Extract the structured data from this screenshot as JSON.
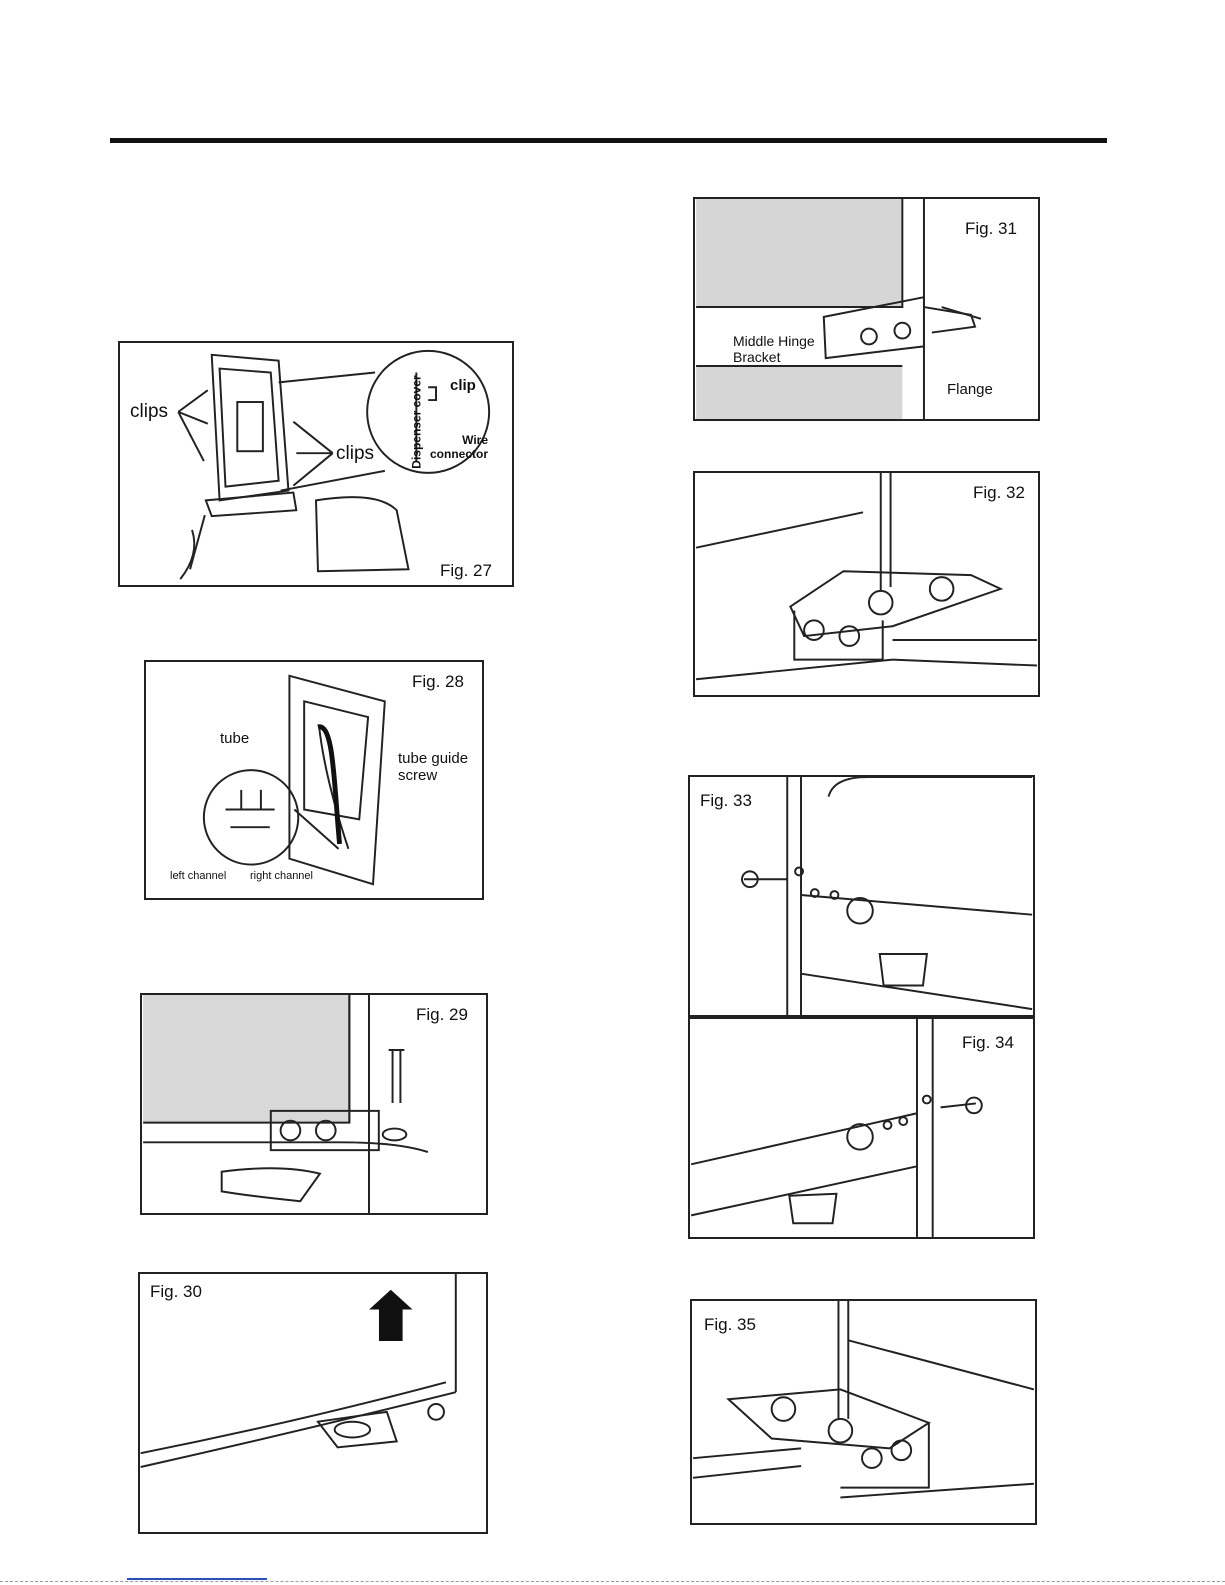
{
  "figures": {
    "fig27": {
      "label": "Fig. 27",
      "clips_left": "clips",
      "clips_right": "clips",
      "clip": "clip",
      "dispenser_cover": "Dispenser cover",
      "wire_connector": "Wire connector"
    },
    "fig28": {
      "label": "Fig. 28",
      "tube": "tube",
      "tube_guide_screw": "tube guide screw",
      "left_channel": "left channel",
      "right_channel": "right channel"
    },
    "fig29": {
      "label": "Fig. 29"
    },
    "fig30": {
      "label": "Fig. 30"
    },
    "fig31": {
      "label": "Fig. 31",
      "middle_hinge_bracket": "Middle Hinge Bracket",
      "flange": "Flange"
    },
    "fig32": {
      "label": "Fig. 32"
    },
    "fig33": {
      "label": "Fig. 33"
    },
    "fig34": {
      "label": "Fig. 34"
    },
    "fig35": {
      "label": "Fig. 35"
    }
  }
}
